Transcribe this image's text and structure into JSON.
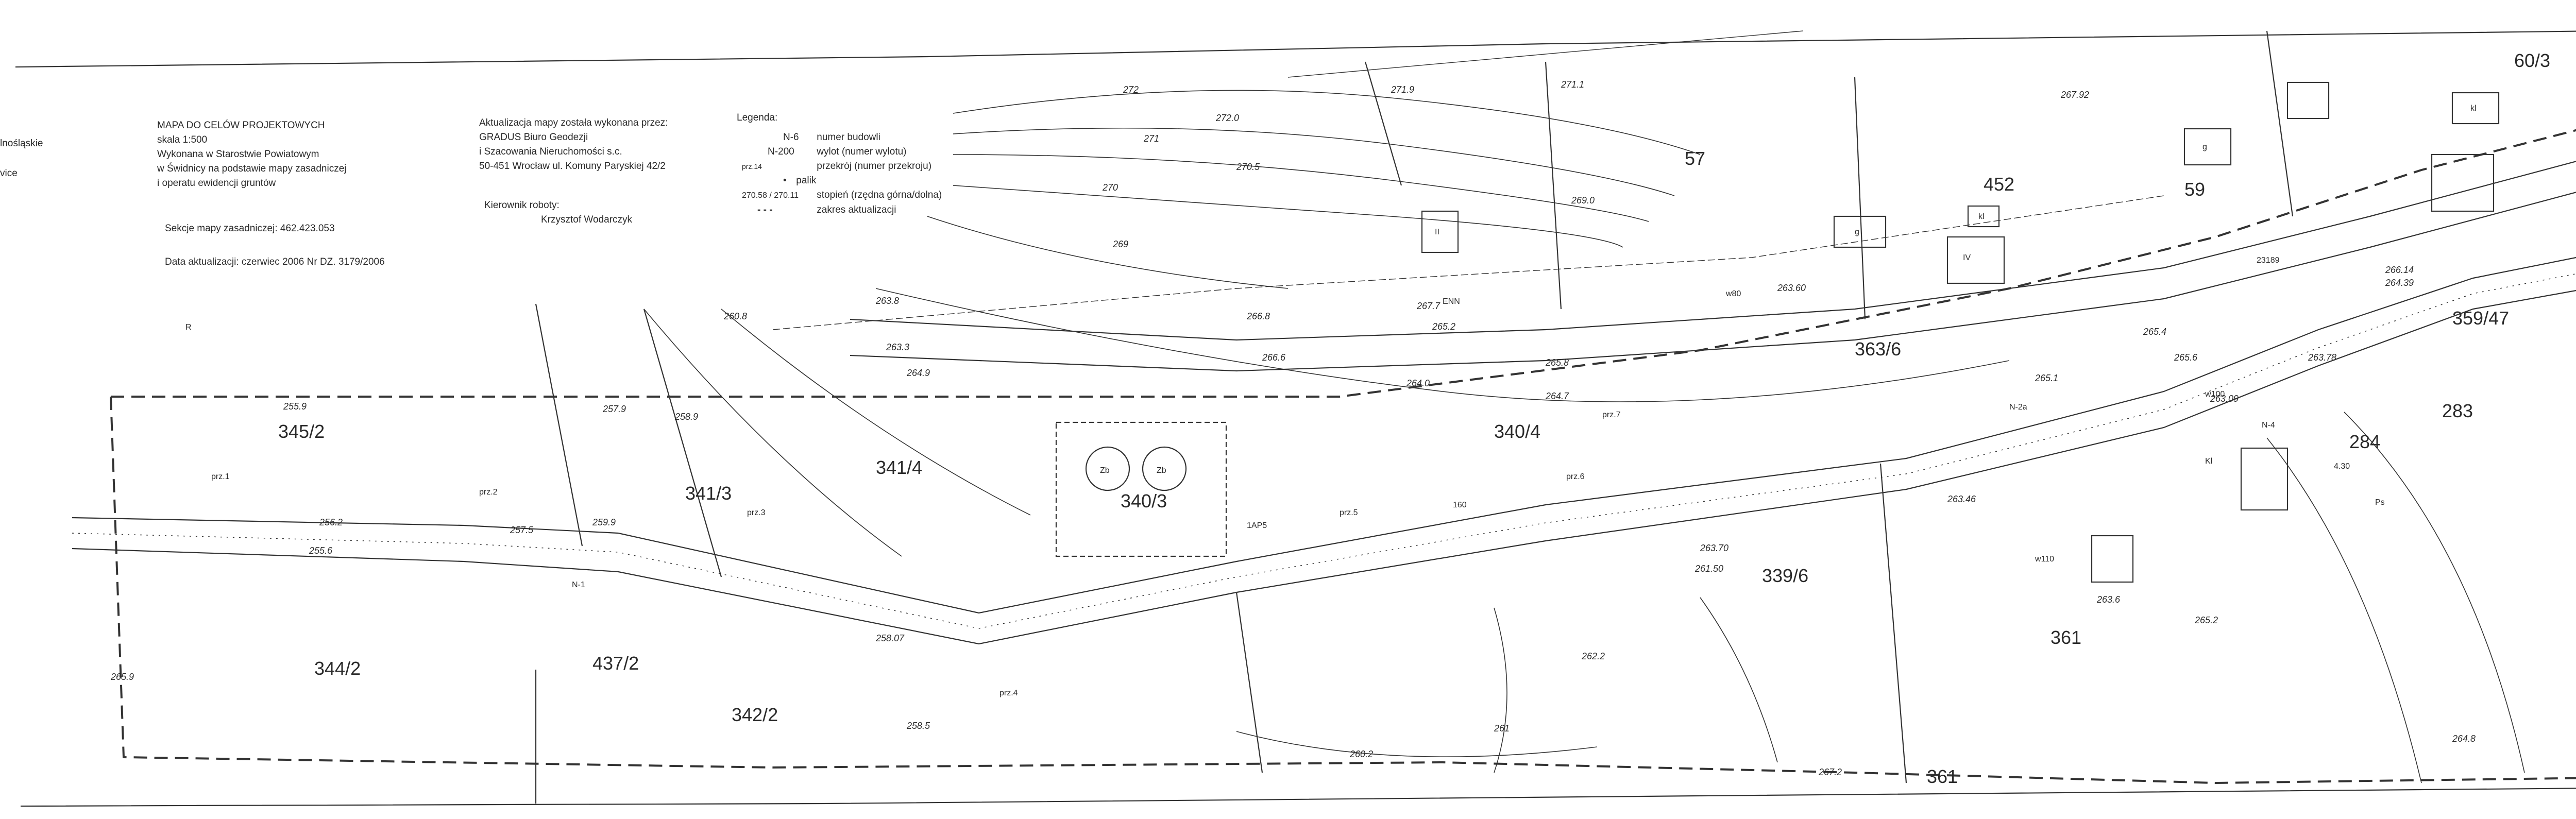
{
  "header": {
    "region_fragment": [
      "lnośląskie",
      "vice"
    ],
    "title_block": [
      "MAPA DO CELÓW PROJEKTOWYCH",
      "skala 1:500",
      "Wykonana w Starostwie Powiatowym",
      "w Świdnicy na podstawie mapy zasadniczej",
      "i operatu ewidencji gruntów"
    ],
    "sections_line": "Sekcje mapy zasadniczej: 462.423.053",
    "date_line": "Data aktualizacji: czerwiec 2006    Nr DZ. 3179/2006",
    "update_block": [
      "Aktualizacja mapy została wykonana przez:",
      "GRADUS Biuro Geodezji",
      "i Szacowania Nieruchomości s.c.",
      "50-451 Wrocław ul. Komuny Paryskiej 42/2"
    ],
    "manager_label": "Kierownik roboty:",
    "manager_name": "Krzysztof Wodarczyk"
  },
  "legend": {
    "title": "Legenda:",
    "items": [
      {
        "symbol": "N-6",
        "text": "numer budowli"
      },
      {
        "symbol": "N-200",
        "text": "wylot (numer wylotu)"
      },
      {
        "symbol": "prz.14",
        "text": "przekrój (numer przekroju)"
      },
      {
        "symbol": "•",
        "text": "palik"
      },
      {
        "symbol": "270.58 / 270.11",
        "text": "stopień (rzędna górna/dolna)"
      },
      {
        "symbol": "- - -",
        "text": "zakres aktualizacji"
      }
    ]
  },
  "parcels": [
    "345/2",
    "341/3",
    "341/4",
    "340/3",
    "340/4",
    "363/6",
    "339/6",
    "361",
    "284",
    "283",
    "359/47",
    "344/2",
    "437/2",
    "342/2",
    "452",
    "59",
    "57",
    "60/3",
    "361"
  ],
  "elevations": [
    "272",
    "272.0",
    "271.9",
    "271.1",
    "271",
    "270.5",
    "270",
    "269",
    "269.0",
    "267.7",
    "267.92",
    "266.8",
    "266.6",
    "265.8",
    "265.2",
    "264.9",
    "264.7",
    "264.0",
    "263.8",
    "263.3",
    "262.2",
    "261",
    "260.2",
    "260.8",
    "259.9",
    "258.9",
    "258.5",
    "258.07",
    "257.9",
    "257.5",
    "256.2",
    "255.9",
    "255.6",
    "265.9",
    "263.60",
    "263.70",
    "261.50",
    "263.6",
    "265.2",
    "264.8",
    "265.1",
    "263.78",
    "263.09",
    "265.4",
    "263.46",
    "266.14",
    "264.39",
    "265.6",
    "267.2"
  ],
  "annotations": [
    "R",
    "Ps",
    "Zb",
    "Zb",
    "g",
    "g",
    "kl",
    "kl",
    "N-2a",
    "N-1",
    "N-4",
    "w100",
    "w80",
    "ENN",
    "160",
    "IV",
    "II",
    "Kl",
    "w110",
    "1AP5",
    "23189",
    "4.30",
    "prz.7",
    "prz.3",
    "prz.2",
    "prz.4",
    "prz.1",
    "prz.5",
    "prz.6"
  ]
}
